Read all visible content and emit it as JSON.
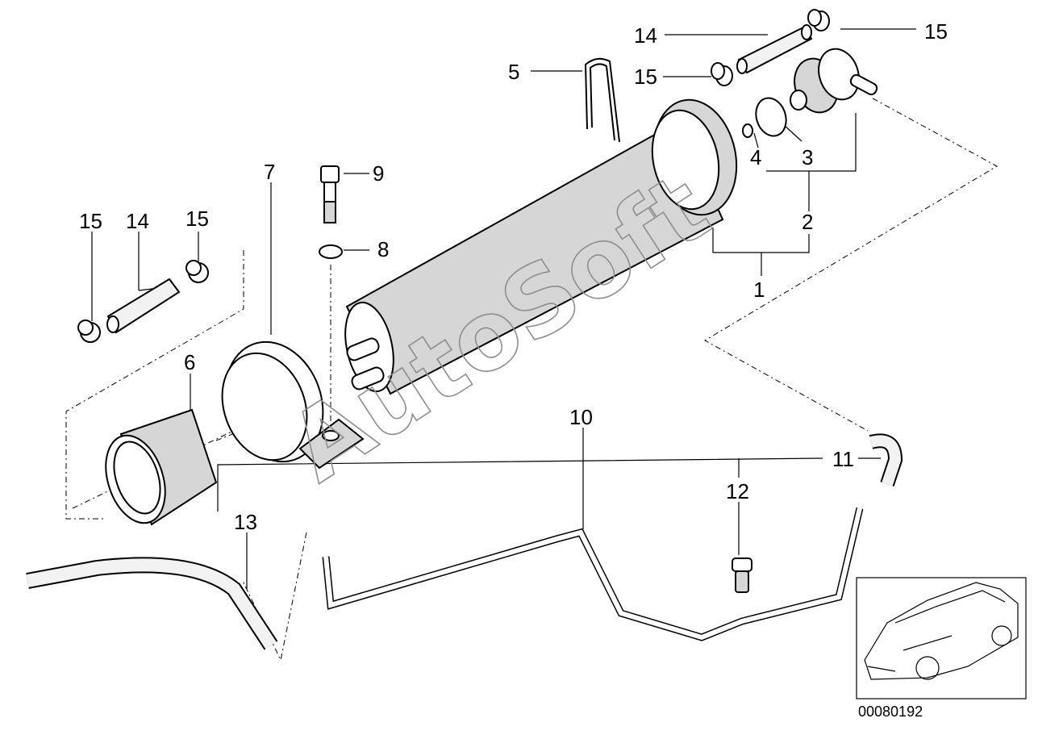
{
  "diagram": {
    "watermark": "AutoSoft",
    "reference_number": "00080192",
    "callouts": {
      "c1": "1",
      "c2": "2",
      "c3": "3",
      "c4": "4",
      "c5": "5",
      "c6": "6",
      "c7": "7",
      "c8": "8",
      "c9": "9",
      "c10": "10",
      "c11": "11",
      "c12": "12",
      "c13": "13",
      "c14_top": "14",
      "c15_top_right": "15",
      "c15_top_mid": "15",
      "c15_left_a": "15",
      "c14_left": "14",
      "c15_left_b": "15"
    }
  }
}
